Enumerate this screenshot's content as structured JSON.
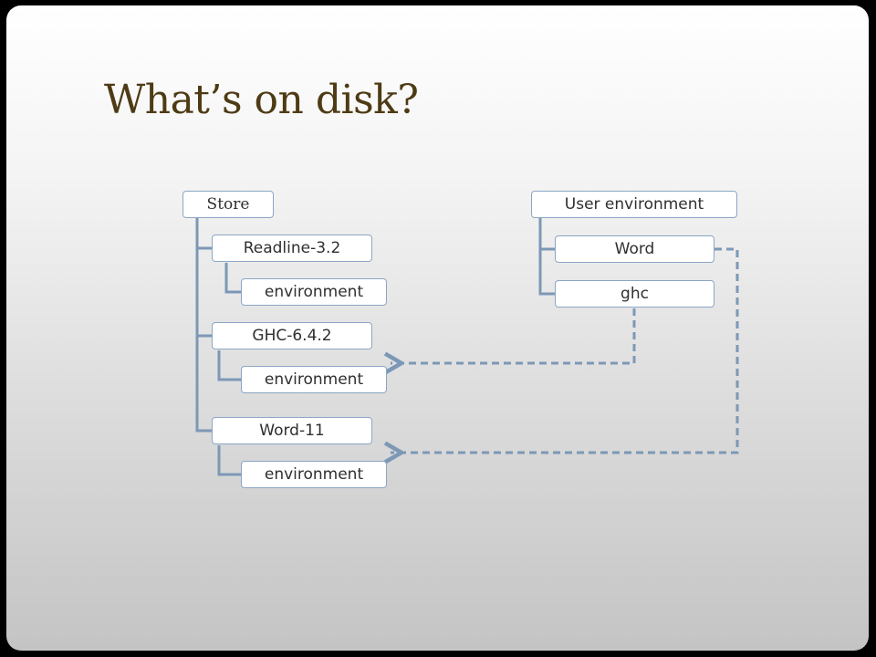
{
  "slide": {
    "title": "What’s on disk?"
  },
  "store_tree": {
    "root": "Store",
    "packages": [
      {
        "name": "Readline-3.2",
        "child": "environment"
      },
      {
        "name": "GHC-6.4.2",
        "child": "environment"
      },
      {
        "name": "Word-11",
        "child": "environment"
      }
    ]
  },
  "user_tree": {
    "root": "User environment",
    "items": [
      "Word",
      "ghc"
    ]
  },
  "colors": {
    "title": "#4e3b15",
    "connector": "#7d98b6",
    "box_border": "#8ba6c6"
  }
}
